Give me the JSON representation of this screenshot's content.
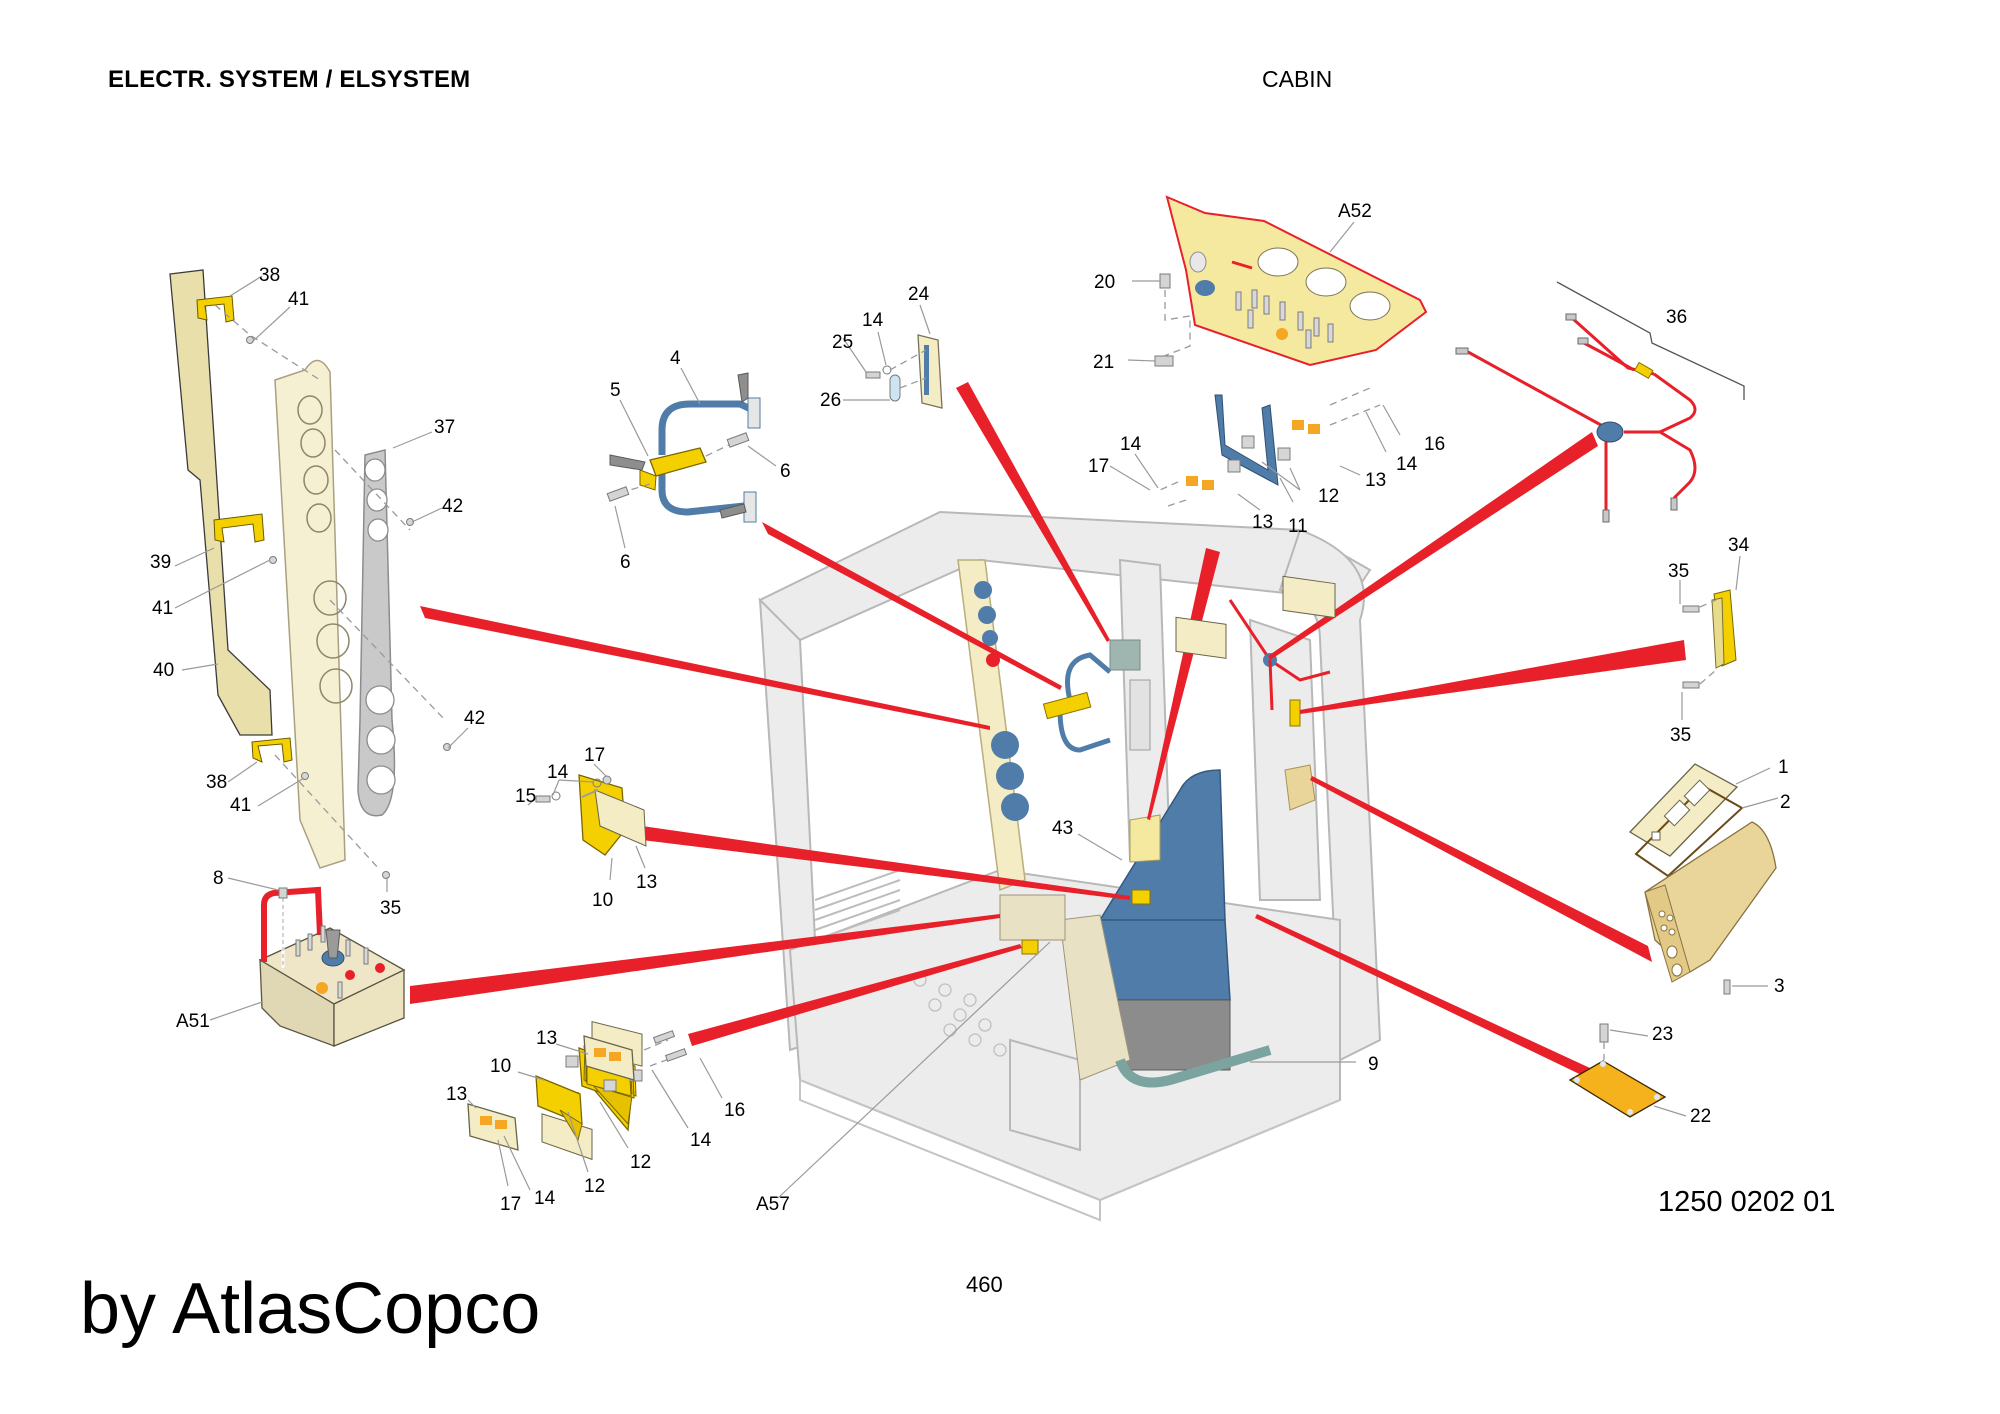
{
  "header": {
    "section_title": "ELECTR. SYSTEM / ELSYSTEM",
    "subsection": "CABIN"
  },
  "footer": {
    "document_number": "1250 0202 01",
    "page_number": "460",
    "watermark": "by AtlasCopco"
  },
  "colors": {
    "callout_ray": "#e8202a",
    "yellow_part": "#f5d000",
    "cream_panel": "#f3ecc4",
    "blue_part": "#4f7ca8",
    "gray_panel": "#c9c9c9",
    "orange_plate": "#f6b21c",
    "frame_gray": "#ececec"
  },
  "callouts": {
    "left_column": {
      "c38a": "38",
      "c41a": "41",
      "c37": "37",
      "c42a": "42",
      "c39": "39",
      "c41b": "41",
      "c40": "40",
      "c42b": "42",
      "c38b": "38",
      "c41c": "41",
      "c35": "35"
    },
    "lamp_bracket": {
      "c4": "4",
      "c5": "5",
      "c6a": "6",
      "c6b": "6"
    },
    "interior_light": {
      "c24": "24",
      "c14": "14",
      "c25": "25",
      "c26": "26"
    },
    "panel_a52": {
      "cA52": "A52",
      "c20": "20",
      "c21": "21",
      "c14a": "14",
      "c17": "17",
      "c16": "16",
      "c14b": "14",
      "c12": "12",
      "c13a": "13",
      "c13b": "13",
      "c11": "11"
    },
    "harness": {
      "c36": "36"
    },
    "connector": {
      "c34": "34",
      "c35a": "35",
      "c35b": "35"
    },
    "console_box": {
      "c1": "1",
      "c2": "2",
      "c3": "3"
    },
    "plate": {
      "c23": "23",
      "c22": "22"
    },
    "bracket_10": {
      "c17": "17",
      "c14": "14",
      "c15": "15",
      "c10": "10",
      "c13": "13"
    },
    "control_a51": {
      "c8": "8",
      "cA51": "A51"
    },
    "relays_lower": {
      "c13a": "13",
      "c10": "10",
      "c13b": "13",
      "c16": "16",
      "c12a": "12",
      "c14a": "14",
      "c12b": "12",
      "c17": "17",
      "c14b": "14"
    },
    "cabin": {
      "c43": "43",
      "c9": "9",
      "cA57": "A57"
    }
  }
}
